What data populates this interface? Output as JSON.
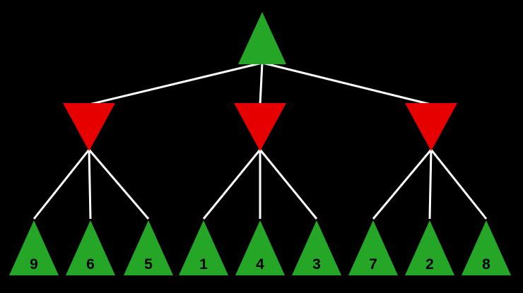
{
  "diagram": {
    "type": "game-tree",
    "colors": {
      "background": "#000000",
      "max_node": "#26a626",
      "min_node": "#e60000",
      "edge": "#ffffff",
      "leaf_text": "#000000"
    },
    "root": {
      "shape": "triangle-up",
      "role": "max-node",
      "label": ""
    },
    "internal_nodes": [
      {
        "shape": "triangle-down",
        "role": "min-node",
        "label": ""
      },
      {
        "shape": "triangle-down",
        "role": "min-node",
        "label": ""
      },
      {
        "shape": "triangle-down",
        "role": "min-node",
        "label": ""
      }
    ],
    "leaves": [
      {
        "value": "9"
      },
      {
        "value": "6"
      },
      {
        "value": "5"
      },
      {
        "value": "1"
      },
      {
        "value": "4"
      },
      {
        "value": "3"
      },
      {
        "value": "7"
      },
      {
        "value": "2"
      },
      {
        "value": "8"
      }
    ]
  }
}
